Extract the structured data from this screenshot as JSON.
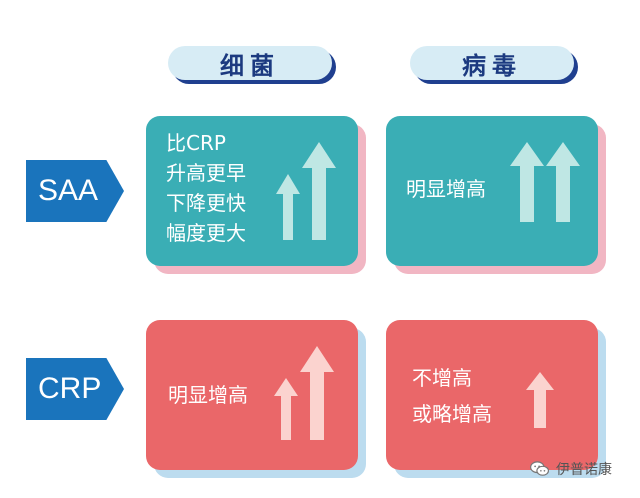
{
  "columns": {
    "bacteria": "细菌",
    "virus": "病毒"
  },
  "rows": {
    "saa": "SAA",
    "crp": "CRP"
  },
  "cells": {
    "saa_bacteria": [
      "比CRP",
      "升高更早",
      "下降更快",
      "幅度更大"
    ],
    "saa_virus": "明显增高",
    "crp_bacteria": "明显增高",
    "crp_virus": [
      "不增高",
      "或略增高"
    ]
  },
  "watermark": "伊普诺康",
  "colors": {
    "navy": "#1c3a80",
    "tag_blue": "#1a74bc",
    "teal": "#3aaeb5",
    "red": "#ea6769",
    "pink_shadow": "#f1b6c3",
    "blue_shadow": "#bcdcef"
  }
}
